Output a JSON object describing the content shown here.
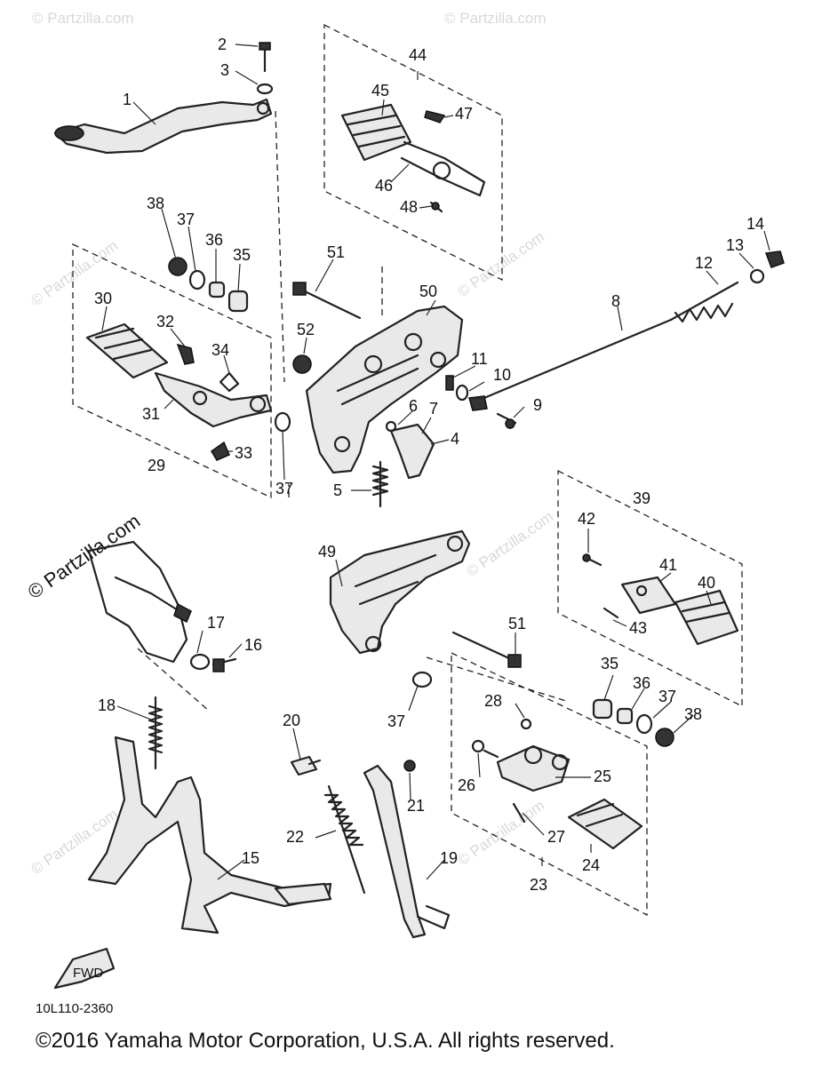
{
  "watermark": {
    "main": "© Partzilla.com",
    "faint": "© Partzilla.com"
  },
  "diagram_code": "10L110-2360",
  "fwd_label": "FWD",
  "copyright": "©2016  Yamaha Motor Corporation, U.S.A. All rights reserved.",
  "callouts": {
    "c1": "1",
    "c2": "2",
    "c3": "3",
    "c4": "4",
    "c5": "5",
    "c6": "6",
    "c7": "7",
    "c8": "8",
    "c9": "9",
    "c10": "10",
    "c11": "11",
    "c12": "12",
    "c13": "13",
    "c14": "14",
    "c15": "15",
    "c16": "16",
    "c17": "17",
    "c18": "18",
    "c19": "19",
    "c20": "20",
    "c21": "21",
    "c22": "22",
    "c23": "23",
    "c24": "24",
    "c25": "25",
    "c26": "26",
    "c27": "27",
    "c28": "28",
    "c29": "29",
    "c30": "30",
    "c31": "31",
    "c32": "32",
    "c33": "33",
    "c34": "34",
    "c35a": "35",
    "c35b": "35",
    "c36a": "36",
    "c36b": "36",
    "c37a": "37",
    "c37b": "37",
    "c37c": "37",
    "c37d": "37",
    "c38a": "38",
    "c38b": "38",
    "c39": "39",
    "c40": "40",
    "c41": "41",
    "c42": "42",
    "c43": "43",
    "c44": "44",
    "c45": "45",
    "c46": "46",
    "c47": "47",
    "c48": "48",
    "c49": "49",
    "c50": "50",
    "c51a": "51",
    "c51b": "51",
    "c52": "52"
  }
}
